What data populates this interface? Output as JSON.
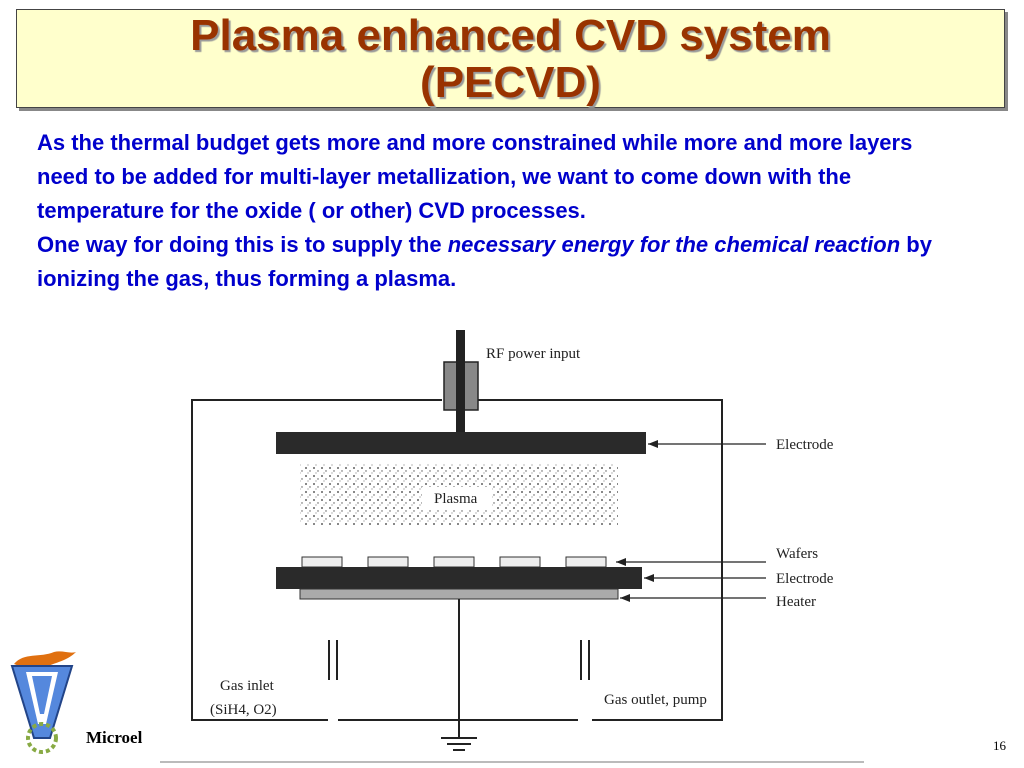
{
  "slide": {
    "title_line1": "Plasma enhanced CVD system",
    "title_line2": "(PECVD)",
    "paragraph1": "As the thermal budget gets more and more constrained while more and more layers need to be added for multi-layer metallization, we want to come down with the temperature for the oxide ( or other) CVD processes.",
    "paragraph2_part1": "One way for doing this is to supply the ",
    "paragraph2_emphasis": "necessary energy for the chemical reaction",
    "paragraph2_part2": " by ionizing the gas, thus forming a plasma.",
    "footer_text": "Microel",
    "page_number": "16"
  },
  "diagram": {
    "labels": {
      "rf_power_input": "RF power input",
      "electrode_top": "Electrode",
      "plasma": "Plasma",
      "wafers": "Wafers",
      "electrode_bottom": "Electrode",
      "heater": "Heater",
      "gas_inlet": "Gas inlet",
      "gas_inlet_formula": "(SiH4, O2)",
      "gas_outlet": "Gas outlet, pump"
    }
  },
  "colors": {
    "title_text": "#993300",
    "title_background": "#ffffcc",
    "body_text": "#0000cc"
  }
}
